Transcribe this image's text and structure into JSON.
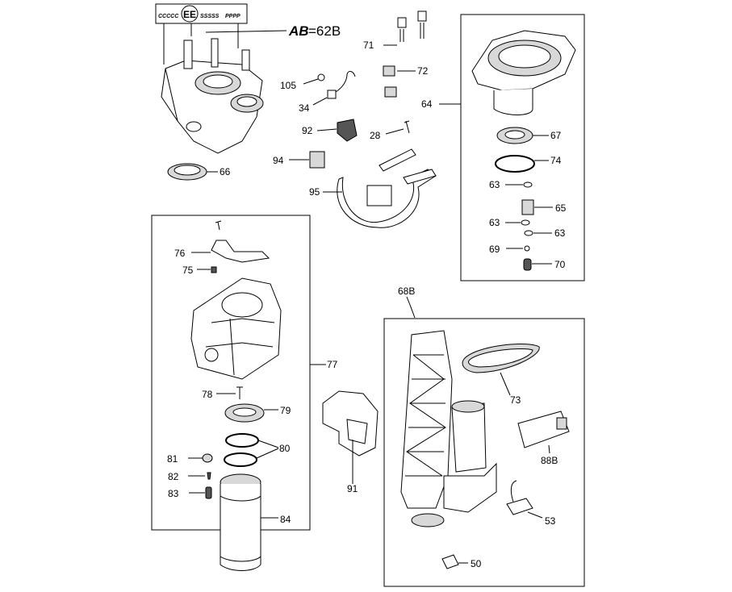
{
  "header_code": {
    "prefix": "CCCCC",
    "circled": "EE",
    "middle": "SSSSS",
    "suffix": "PPPP"
  },
  "reference": {
    "code": "AB",
    "equals": "=62B"
  },
  "group_labels": {
    "right_top": "64",
    "left_box": "77",
    "right_bottom": "68B"
  },
  "callouts": {
    "c71": "71",
    "c72": "72",
    "c105": "105",
    "c34": "34",
    "c92": "92",
    "c28": "28",
    "c94": "94",
    "c95": "95",
    "c66": "66",
    "c67": "67",
    "c74": "74",
    "c63a": "63",
    "c65": "65",
    "c63b": "63",
    "c63c": "63",
    "c69": "69",
    "c70": "70",
    "c76": "76",
    "c75": "75",
    "c78": "78",
    "c79": "79",
    "c80": "80",
    "c81": "81",
    "c82": "82",
    "c83": "83",
    "c84": "84",
    "c91": "91",
    "c73": "73",
    "c88b": "88B",
    "c53": "53",
    "c50": "50"
  }
}
